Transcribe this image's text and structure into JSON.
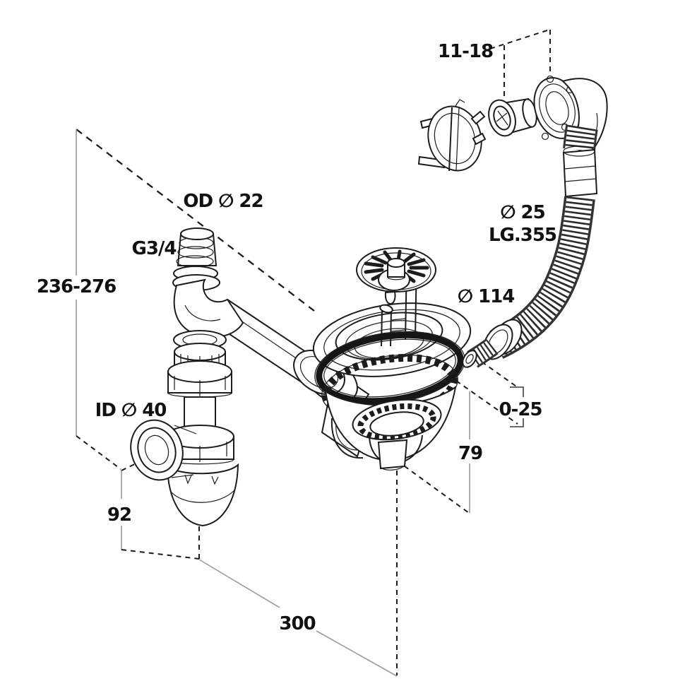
{
  "diagram": {
    "kind": "exploded-technical-drawing",
    "subject": "sink-drain-kit-with-strainer-overflow-and-trap"
  },
  "labels": {
    "overflow_range": "11-18",
    "outlet_od": "OD ∅ 22",
    "thread": "G3/4",
    "height_range": "236-276",
    "hose_diameter": "∅ 25",
    "hose_length": "LG.355",
    "strainer_diameter": "∅ 114",
    "trap_inner_diameter": "ID ∅ 40",
    "adjustment_range": "0-25",
    "strainer_height": "79",
    "trap_depth": "92",
    "pipe_length": "300"
  },
  "colors": {
    "background": "#ffffff",
    "line": "#1c1c1c",
    "dimension_line": "#9a9a9a",
    "text": "#111111"
  },
  "parts": [
    "sink-mounting-bracket",
    "overflow-rosette",
    "overflow-elbow",
    "corrugated-overflow-hose",
    "hose-union-nut",
    "basket-strainer-plug",
    "strainer-flange",
    "rubber-seal-ring",
    "serrated-lock-ring",
    "strainer-tailpiece",
    "inlet-elbow-g34",
    "horizontal-drain-pipe",
    "pipe-union-nut",
    "compression-washer",
    "trap-union-nuts",
    "p-trap-bowl",
    "trap-outlet-nut"
  ]
}
